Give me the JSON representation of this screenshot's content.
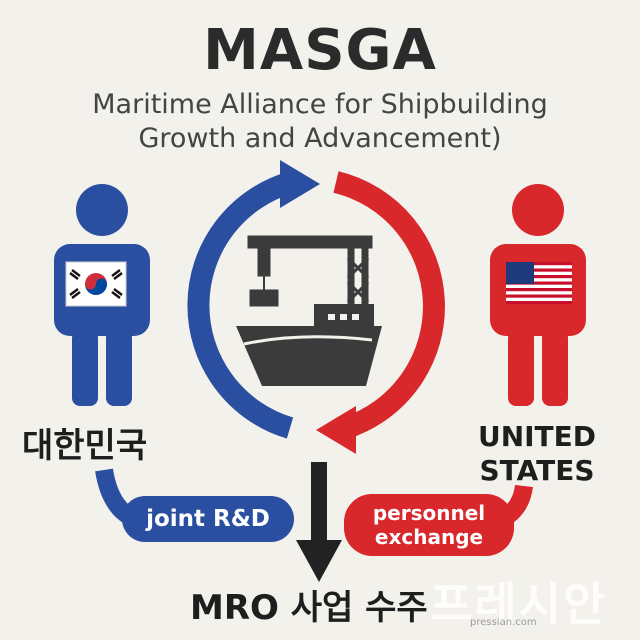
{
  "title": "MASGA",
  "subtitle": {
    "line1": "Maritime Alliance for Shipbuilding",
    "line2": "Growth and Advancement)"
  },
  "left_party": {
    "label": "대한민국",
    "color": "#2a4fa0"
  },
  "right_party": {
    "label_line1": "UNITED",
    "label_line2": "STATES",
    "color": "#d8282b"
  },
  "left_link": {
    "label": "joint R&D"
  },
  "right_link": {
    "label_line1": "personnel",
    "label_line2": "exchange"
  },
  "outcome": "MRO 사업 수주",
  "watermark": {
    "logo": "프레시안",
    "url": "pressian.com"
  },
  "icons": [
    "korean-flag-icon",
    "us-flag-icon",
    "ship-icon",
    "crane-icon",
    "cycle-arrows-icon",
    "down-arrow-icon"
  ]
}
